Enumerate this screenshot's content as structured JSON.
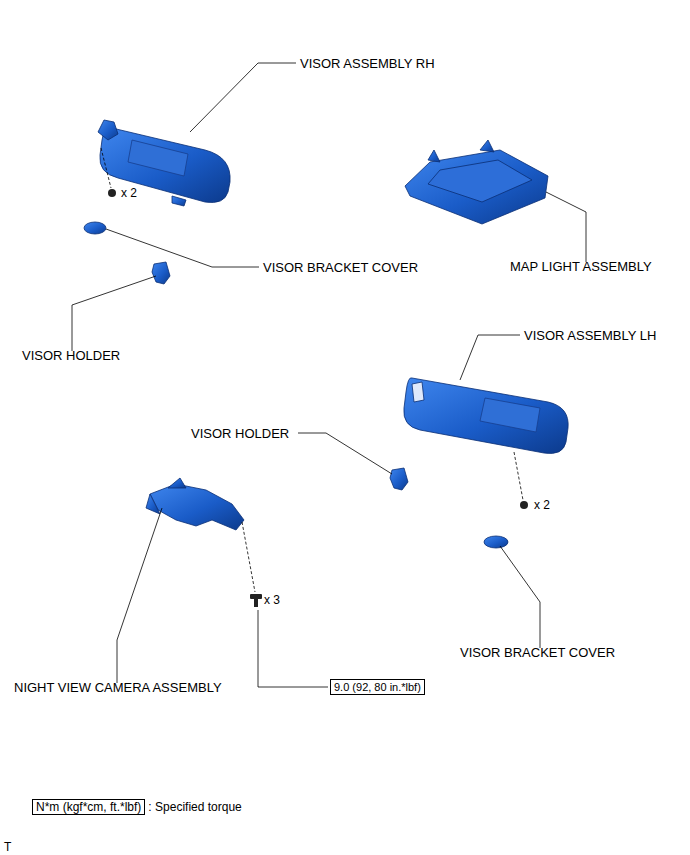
{
  "diagram": {
    "nodes": [
      {
        "text": [
          "9.0 (92, 80 in.*lbf)"
        ]
      },
      {
        "text": [
          "N*m (kgf*cm, ft.*lbf)"
        ]
      }
    ],
    "edges": [],
    "labels": [
      "VISOR ASSEMBLY RH",
      "x 2",
      "VISOR BRACKET COVER",
      "MAP LIGHT ASSEMBLY",
      "VISOR HOLDER",
      "VISOR ASSEMBLY LH",
      "VISOR HOLDER",
      "x 2",
      "VISOR BRACKET COVER",
      "NIGHT VIEW CAMERA ASSEMBLY",
      "x 3",
      ": Specified torque",
      "T"
    ]
  }
}
